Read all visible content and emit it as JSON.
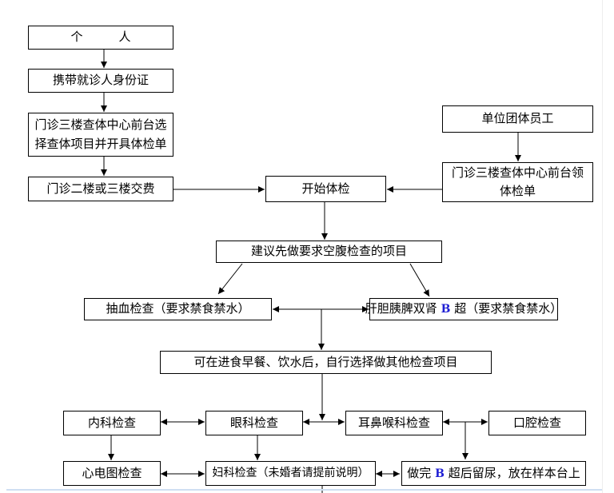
{
  "flowchart": {
    "nodes": {
      "personal": {
        "label": "个　　　人"
      },
      "id_card": {
        "label": "携带就诊人身份证"
      },
      "select_items": {
        "line1": "门诊三楼查体中心前台选",
        "line2": "择查体项目并开具体检单"
      },
      "pay": {
        "label": "门诊二楼或三楼交费"
      },
      "group": {
        "label": "单位团体员工"
      },
      "get_form": {
        "line1": "门诊三楼查体中心前台领",
        "line2": "体检单"
      },
      "start": {
        "label": "开始体检"
      },
      "fasting_first": {
        "label": "建议先做要求空腹检查的项目"
      },
      "blood": {
        "label": "抽血检查（要求禁食禁水）"
      },
      "ultrasound": {
        "pre": "肝胆胰脾双肾 ",
        "b": "B",
        "post": " 超（要求禁食禁水）"
      },
      "after_meal": {
        "label": "可在进食早餐、饮水后，自行选择做其他检查项目"
      },
      "internal": {
        "label": "内科检查"
      },
      "eye": {
        "label": "眼科检查"
      },
      "ent": {
        "label": "耳鼻喉科检查"
      },
      "dental": {
        "label": "口腔检查"
      },
      "ecg": {
        "label": "心电图检查"
      },
      "gyn": {
        "label": "妇科检查（未婚者请提前说明）"
      },
      "urine": {
        "pre": "做完 ",
        "b": "B",
        "post": " 超后留尿，放在样本台上"
      }
    },
    "edges": [
      {
        "from": "personal",
        "to": "id_card",
        "style": "arrow"
      },
      {
        "from": "id_card",
        "to": "select_items",
        "style": "arrow"
      },
      {
        "from": "select_items",
        "to": "pay",
        "style": "arrow"
      },
      {
        "from": "pay",
        "to": "start",
        "style": "arrow"
      },
      {
        "from": "group",
        "to": "get_form",
        "style": "arrow"
      },
      {
        "from": "get_form",
        "to": "start",
        "style": "arrow"
      },
      {
        "from": "start",
        "to": "fasting_first",
        "style": "arrow"
      },
      {
        "from": "fasting_first",
        "to": "blood",
        "style": "arrow"
      },
      {
        "from": "fasting_first",
        "to": "ultrasound",
        "style": "arrow"
      },
      {
        "from": "blood",
        "to": "ultrasound",
        "style": "double-arrow"
      },
      {
        "from": "blood-ultrasound-junction",
        "to": "after_meal",
        "style": "arrow"
      },
      {
        "from": "after_meal",
        "to": "eye-ent-junction",
        "style": "arrow"
      },
      {
        "from": "internal",
        "to": "eye",
        "style": "double-arrow"
      },
      {
        "from": "eye",
        "to": "ent",
        "style": "double-arrow"
      },
      {
        "from": "ent",
        "to": "dental",
        "style": "double-arrow"
      },
      {
        "from": "ent-dental-junction",
        "to": "urine",
        "style": "arrow"
      },
      {
        "from": "internal",
        "to": "ecg",
        "style": "arrow"
      },
      {
        "from": "eye",
        "to": "gyn",
        "style": "arrow"
      },
      {
        "from": "ecg",
        "to": "gyn",
        "style": "double-arrow"
      },
      {
        "from": "gyn",
        "to": "urine",
        "style": "double-arrow"
      },
      {
        "from": "gyn",
        "to": "bottom-edge",
        "style": "line"
      }
    ],
    "colors": {
      "line": "#000000",
      "box_border": "#000000",
      "box_fill": "#ffffff",
      "highlight_blue": "#1f1fd4",
      "bottom_rule": "#cfdff2",
      "right_rule": "#ededed"
    }
  }
}
